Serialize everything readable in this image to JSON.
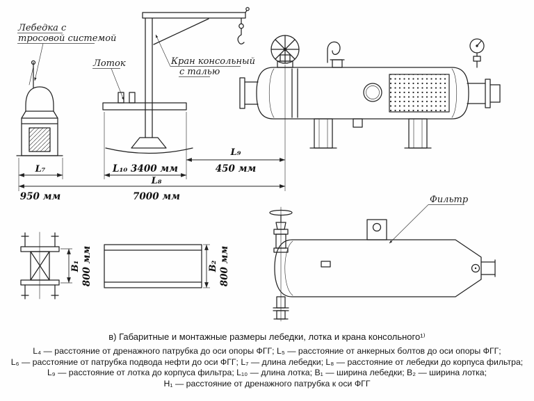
{
  "page": {
    "background": "#ffffff",
    "ink": "#222222"
  },
  "labels": {
    "winch_line1": "Лебедка с",
    "winch_line2": "тросовой системой",
    "tray": "Лоток",
    "crane_line1": "Кран консольный",
    "crane_line2": "с талью",
    "filter": "Фильтр"
  },
  "dims": {
    "L7": "L₇",
    "L7_value": "950 мм",
    "L8": "L₈",
    "L8_value": "7000 мм",
    "L9": "L₉",
    "L9_value": "450 мм",
    "L10": "L₁₀ 3400 мм",
    "B1": "B₁",
    "B1_value": "800 мм",
    "B2": "B₂",
    "B2_value": "800 мм"
  },
  "caption": "в) Габаритные и монтажные размеры лебедки, лотка и крана консольного¹⁾",
  "legend": {
    "line1": "L₄ — расстояние от дренажного патрубка до оси опоры ФГГ; L₅ — расстояние от анкерных болтов до оси опоры ФГГ;",
    "line2": "L₆ — расстояние от патрубка подвода нефти до оси ФГГ; L₇ — длина лебедки; L₈ — расстояние от лебедки до корпуса фильтра;",
    "line3": "L₉ — расстояние от лотка до корпуса фильтра; L₁₀ — длина лотка; B₁ — ширина лебедки; B₂ — ширина лотка;",
    "line4": "H₁ — расстояние от дренажного патрубка к оси ФГГ"
  }
}
